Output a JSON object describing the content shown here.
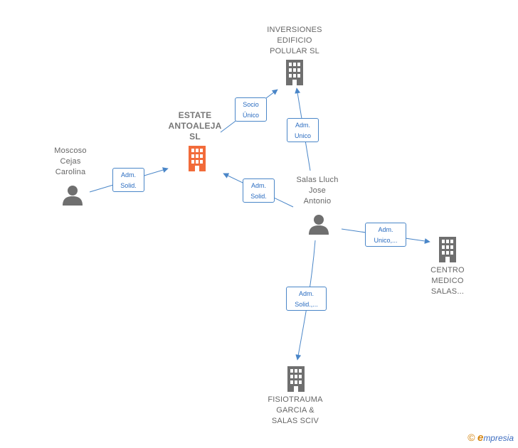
{
  "colors": {
    "edge": "#4a86c8",
    "node_gray": "#6f6f6f",
    "node_main": "#f26b3a",
    "label_text": "#2a6cc0"
  },
  "nodes": {
    "inversiones": {
      "lines": [
        "INVERSIONES",
        "EDIFICIO",
        "POLULAR  SL"
      ],
      "icon": "building-icon"
    },
    "estate": {
      "lines": [
        "ESTATE",
        "ANTOALEJA",
        "SL"
      ],
      "icon": "building-icon"
    },
    "moscoso": {
      "lines": [
        "Moscoso",
        "Cejas",
        "Carolina"
      ],
      "icon": "person-icon"
    },
    "salas": {
      "lines": [
        "Salas Lluch",
        "Jose",
        "Antonio"
      ],
      "icon": "person-icon"
    },
    "centro": {
      "lines": [
        "CENTRO",
        "MEDICO",
        "SALAS..."
      ],
      "icon": "building-icon"
    },
    "fisio": {
      "lines": [
        "FISIOTRAUMA",
        "GARCIA &",
        "SALAS SCIV"
      ],
      "icon": "building-icon"
    }
  },
  "edges": {
    "socio": [
      "Socio",
      "Único"
    ],
    "adm_unico": [
      "Adm.",
      "Unico"
    ],
    "moscoso_solid": [
      "Adm.",
      "Solid."
    ],
    "salas_solid": [
      "Adm.",
      "Solid."
    ],
    "centro_unico": [
      "Adm.",
      "Unico,..."
    ],
    "fisio_solid": [
      "Adm.",
      "Solid.,..."
    ]
  },
  "brand": {
    "copyright": "©",
    "first": "e",
    "rest": "mpresia"
  }
}
